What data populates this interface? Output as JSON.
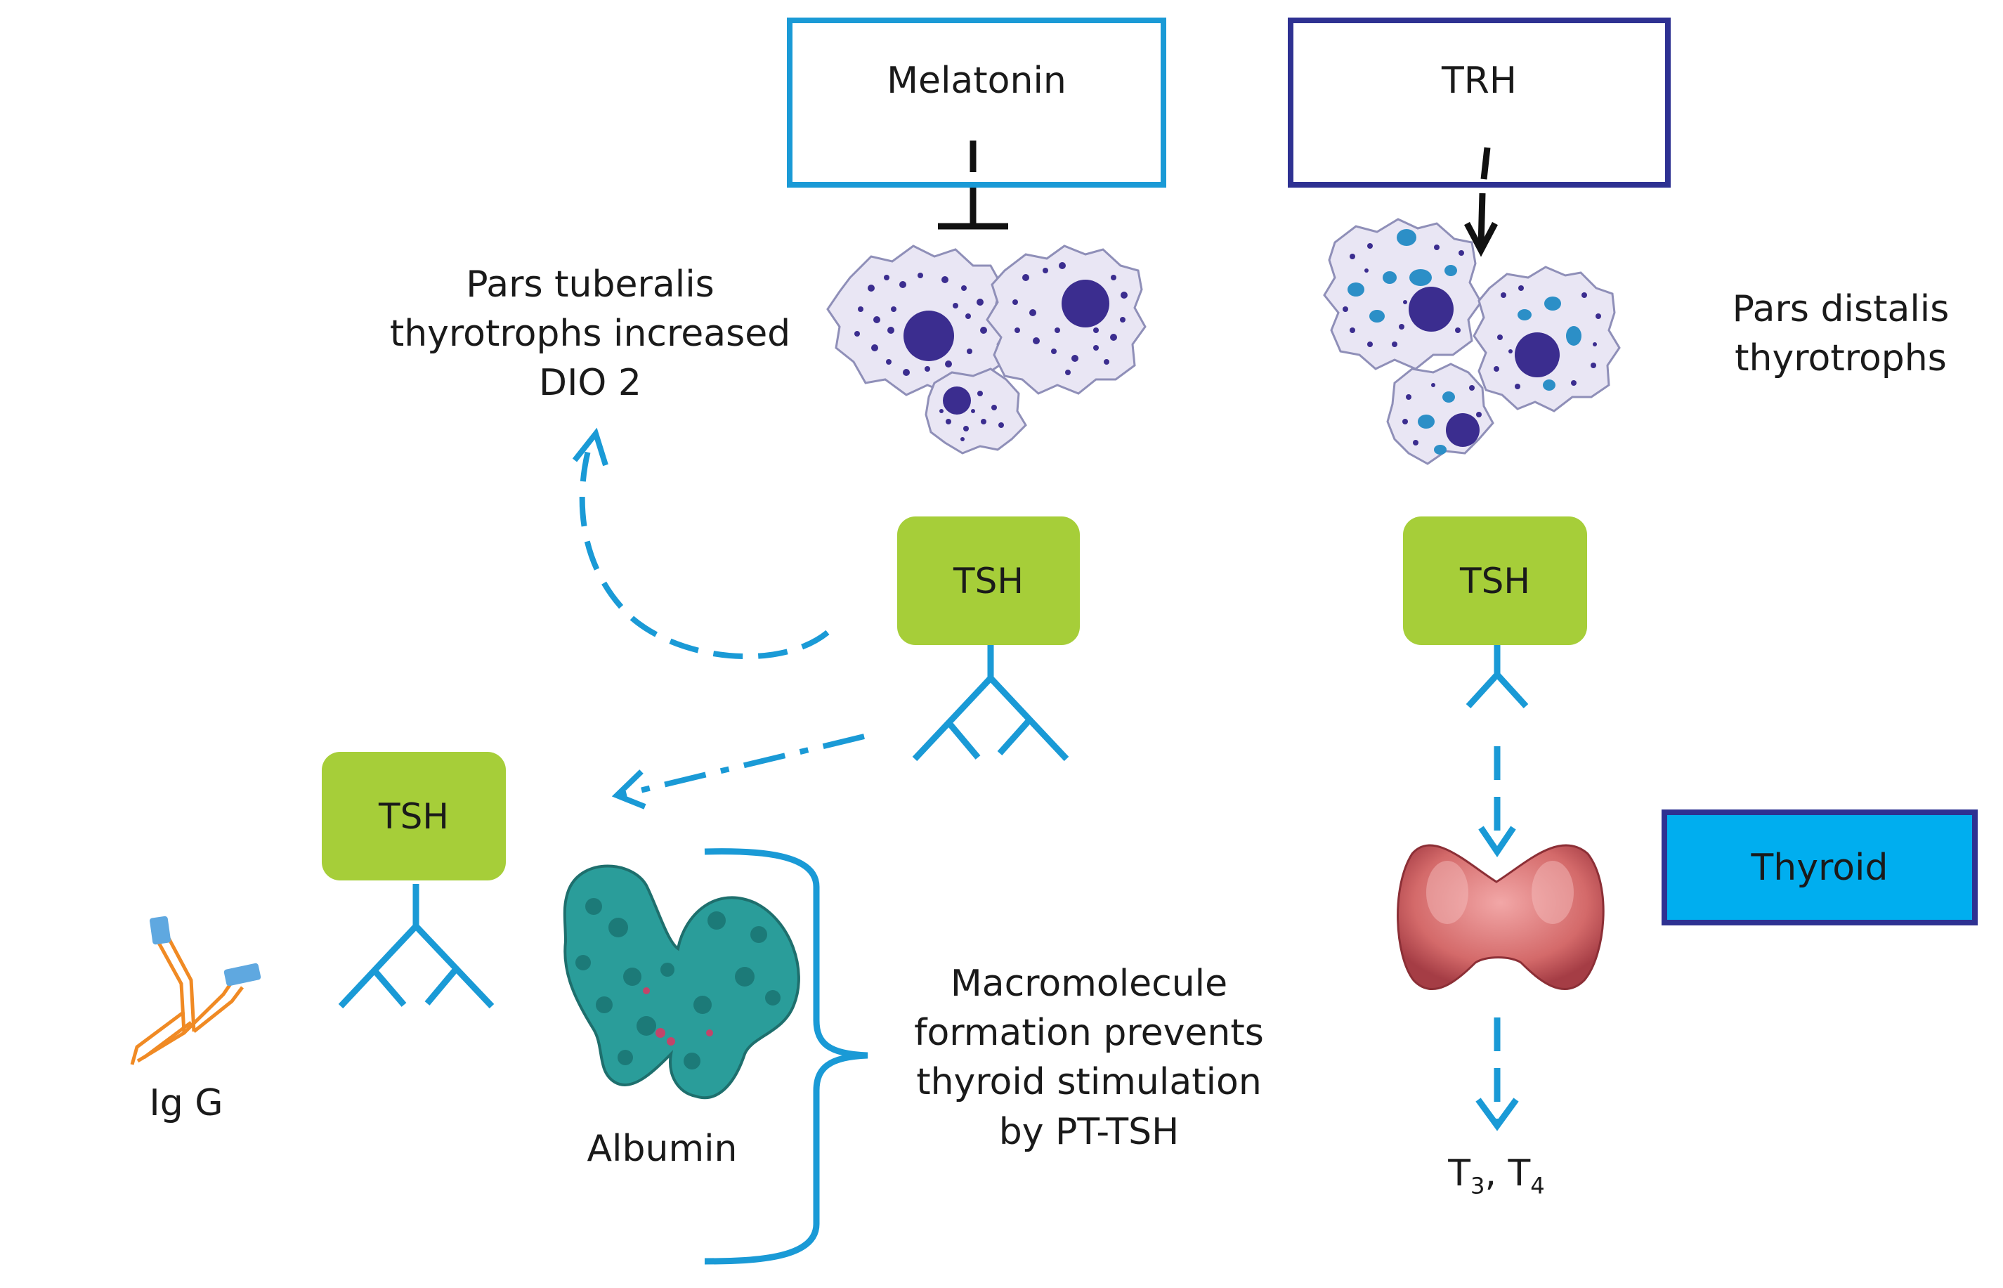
{
  "colors": {
    "accent_blue": "#1a9ad6",
    "dark_blue": "#2e3192",
    "tsh_green": "#a6ce39",
    "thyroid_fill": "#00aeef",
    "cell_nucleus": "#3b2d8f",
    "cell_body": "#e9e6f4",
    "granule_teal": "#2c8fc7"
  },
  "boxes": {
    "melatonin": "Melatonin",
    "trh": "TRH",
    "thyroid": "Thyroid"
  },
  "tsh": {
    "tuberalis": "TSH",
    "distalis": "TSH",
    "complex": "TSH"
  },
  "labels": {
    "pars_tuberalis": [
      "Pars tuberalis",
      "thyrotrophs increased",
      "DIO 2"
    ],
    "pars_distalis": [
      "Pars distalis",
      "thyrotrophs"
    ],
    "igg": "Ig G",
    "albumin": "Albumin",
    "macromolecule": [
      "Macromolecule",
      "formation prevents",
      "thyroid stimulation",
      "by PT-TSH"
    ],
    "t3": "T",
    "t3_sub": "3",
    "t4": "T",
    "t4_sub": "4",
    "t_sep": ", "
  },
  "icons": {
    "inhibition": "inhibition-bar-icon",
    "stimulation": "arrow-down-icon",
    "pt_cells": "pars-tuberalis-cells-icon",
    "pd_cells": "pars-distalis-cells-icon",
    "antibody": "igg-antibody-icon",
    "albumin": "albumin-molecule-icon",
    "thyroid": "thyroid-gland-icon",
    "glycan": "glycan-branch-icon"
  }
}
